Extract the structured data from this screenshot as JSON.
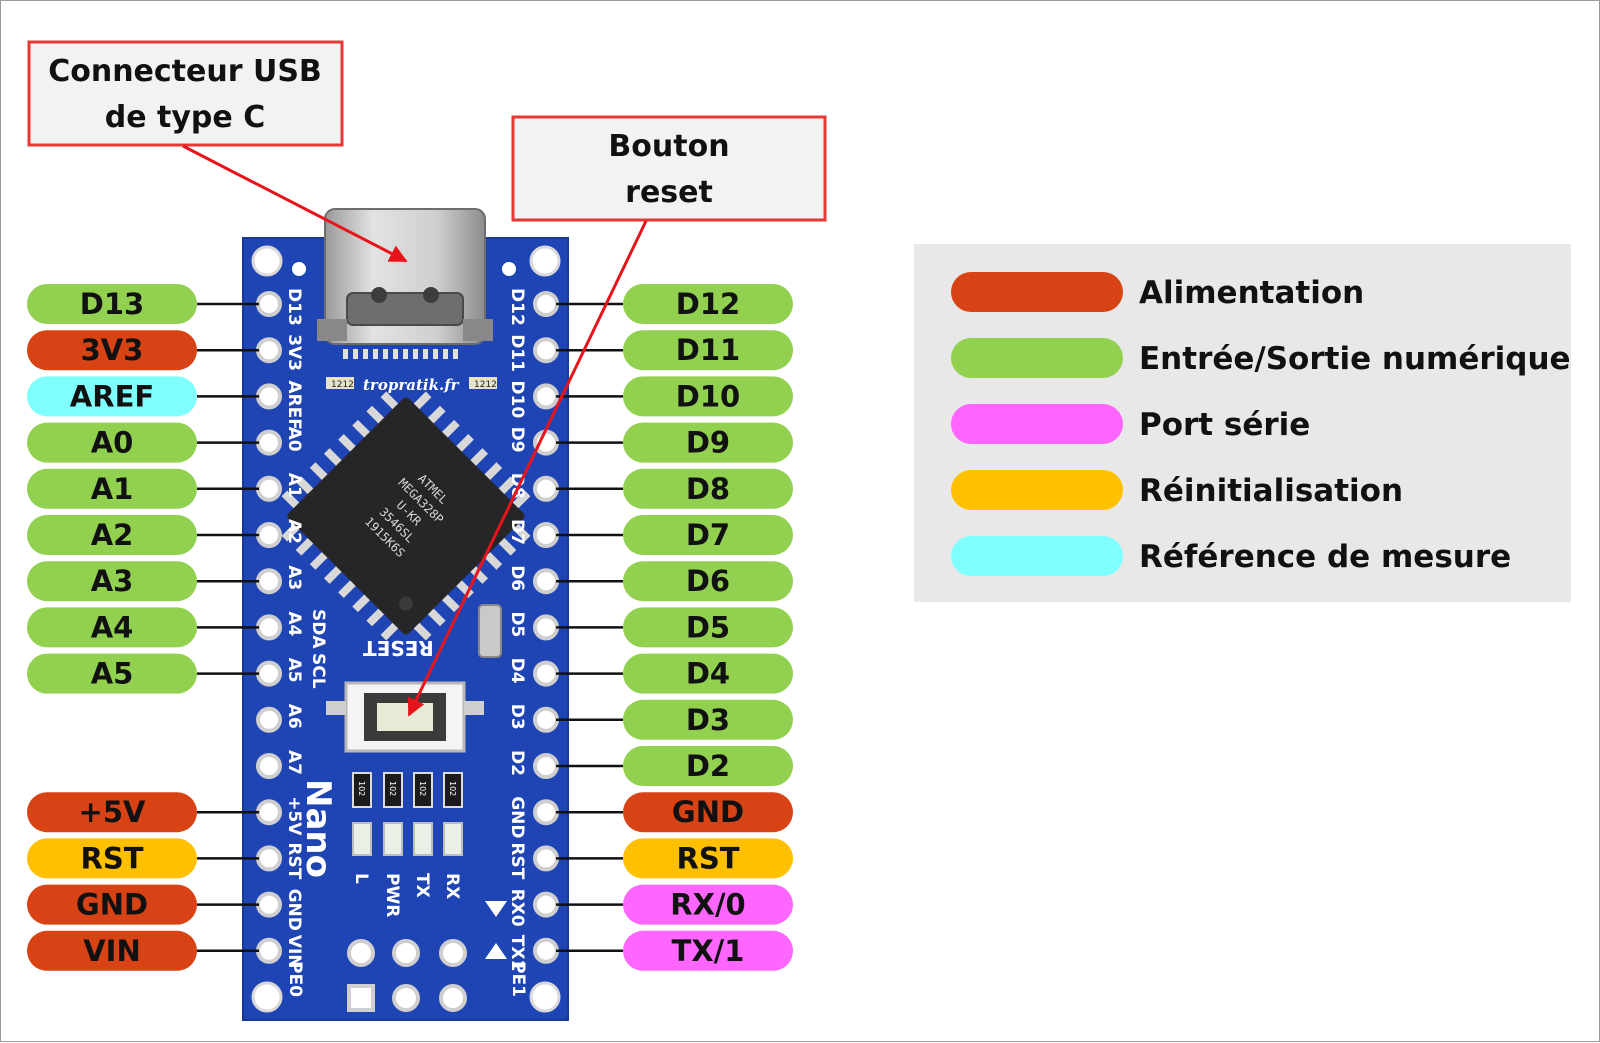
{
  "callouts": {
    "usb": {
      "line1": "Connecteur USB",
      "line2": "de type C"
    },
    "reset": {
      "line1": "Bouton",
      "line2": "reset"
    }
  },
  "colors": {
    "alimentation": "#d84315",
    "numerique": "#92d050",
    "serie": "#ff66ff",
    "reinit": "#ffc000",
    "reference": "#80ffff",
    "board": "#1f45b5",
    "callout_border": "#e53935",
    "legend_bg": "#e8e8e8"
  },
  "legend": [
    {
      "label": "Alimentation",
      "category": "alimentation"
    },
    {
      "label": "Entrée/Sortie numérique",
      "category": "numerique"
    },
    {
      "label": "Port série",
      "category": "serie"
    },
    {
      "label": "Réinitialisation",
      "category": "reinit"
    },
    {
      "label": "Référence de mesure",
      "category": "reference"
    }
  ],
  "pins_left": [
    {
      "label": "D13",
      "category": "numerique",
      "silk": "D13"
    },
    {
      "label": "3V3",
      "category": "alimentation",
      "silk": "3V3"
    },
    {
      "label": "AREF",
      "category": "reference",
      "silk": "AREF"
    },
    {
      "label": "A0",
      "category": "numerique",
      "silk": "A0"
    },
    {
      "label": "A1",
      "category": "numerique",
      "silk": "A1"
    },
    {
      "label": "A2",
      "category": "numerique",
      "silk": "A2"
    },
    {
      "label": "A3",
      "category": "numerique",
      "silk": "A3"
    },
    {
      "label": "A4",
      "category": "numerique",
      "silk": "A4"
    },
    {
      "label": "A5",
      "category": "numerique",
      "silk": "A5"
    },
    {
      "label": "",
      "category": "",
      "silk": "A6"
    },
    {
      "label": "",
      "category": "",
      "silk": "A7"
    },
    {
      "label": "+5V",
      "category": "alimentation",
      "silk": "+5V"
    },
    {
      "label": "RST",
      "category": "reinit",
      "silk": "RST"
    },
    {
      "label": "GND",
      "category": "alimentation",
      "silk": "GND"
    },
    {
      "label": "VIN",
      "category": "alimentation",
      "silk": "VIN"
    }
  ],
  "pins_right": [
    {
      "label": "D12",
      "category": "numerique",
      "silk": "D12"
    },
    {
      "label": "D11",
      "category": "numerique",
      "silk": "D11"
    },
    {
      "label": "D10",
      "category": "numerique",
      "silk": "D10"
    },
    {
      "label": "D9",
      "category": "numerique",
      "silk": "D9"
    },
    {
      "label": "D8",
      "category": "numerique",
      "silk": "D8"
    },
    {
      "label": "D7",
      "category": "numerique",
      "silk": "D7"
    },
    {
      "label": "D6",
      "category": "numerique",
      "silk": "D6"
    },
    {
      "label": "D5",
      "category": "numerique",
      "silk": "D5"
    },
    {
      "label": "D4",
      "category": "numerique",
      "silk": "D4"
    },
    {
      "label": "D3",
      "category": "numerique",
      "silk": "D3"
    },
    {
      "label": "D2",
      "category": "numerique",
      "silk": "D2"
    },
    {
      "label": "GND",
      "category": "alimentation",
      "silk": "GND"
    },
    {
      "label": "RST",
      "category": "reinit",
      "silk": "RST"
    },
    {
      "label": "RX/0",
      "category": "serie",
      "silk": "RX0"
    },
    {
      "label": "TX/1",
      "category": "serie",
      "silk": "TX1"
    }
  ],
  "board": {
    "brand": "tropratik.fr",
    "name": "Nano",
    "reset_silk": "RESET",
    "sda_silk": "SDA",
    "scl_silk": "SCL",
    "pe0_silk": "PE0",
    "pe1_silk": "PE1",
    "led_labels": [
      "L",
      "PWR",
      "TX",
      "RX"
    ],
    "chip_lines": [
      "ATMEL",
      "MEGA328P",
      "U-KR",
      "3546SL",
      "1915K6S"
    ],
    "resistor_code": "102",
    "smd_code": "1212"
  }
}
